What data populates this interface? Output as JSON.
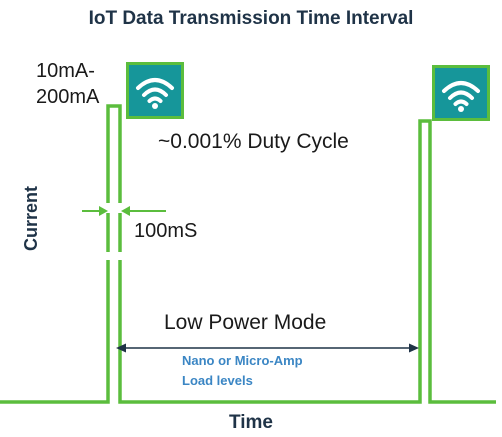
{
  "title": "IoT Data Transmission Time Interval",
  "peak_label_line1": "10mA-",
  "peak_label_line2": "200mA",
  "duty_cycle_text": "~0.001% Duty Cycle",
  "pulse_width_text": "100mS",
  "low_power_text": "Low Power Mode",
  "load_levels_line1": "Nano or Micro-Amp",
  "load_levels_line2": "Load levels",
  "y_axis_label": "Current",
  "x_axis_label": "Time",
  "icons": [
    "wifi-icon",
    "wifi-icon"
  ],
  "colors": {
    "signal_green": "#5bbd3d",
    "icon_teal": "#16969a",
    "icon_border": "#5bbd3d",
    "arrow_navy": "#1f3347",
    "load_text_blue": "#3b86c4"
  }
}
